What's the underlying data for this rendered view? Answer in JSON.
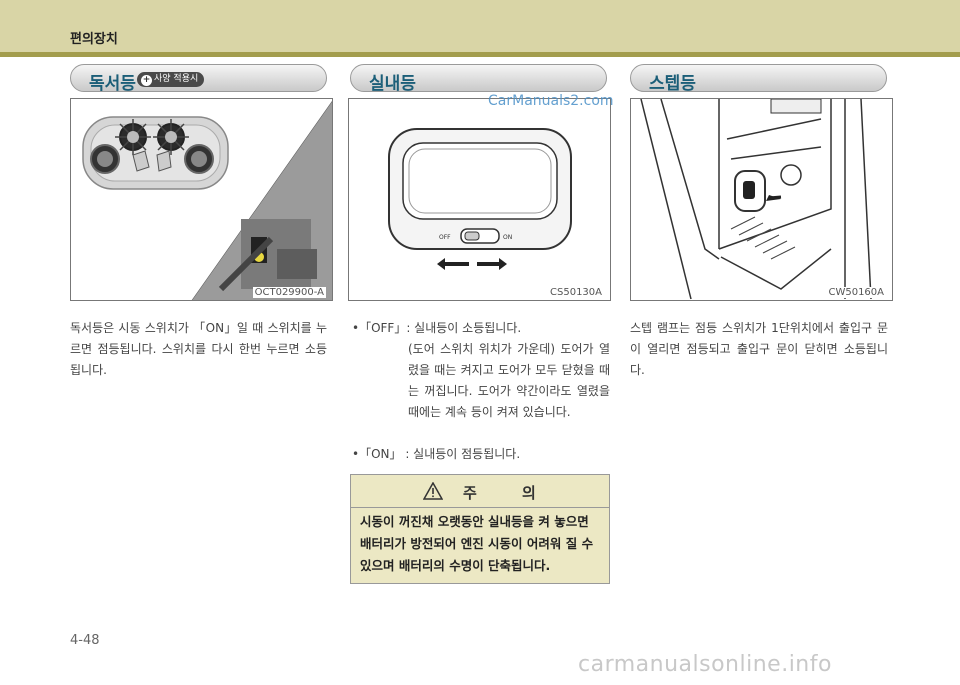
{
  "header": {
    "section": "편의장치"
  },
  "columns": [
    {
      "title": "독서등",
      "badge": "사양 적용시",
      "figure_code": "OCT029900-A",
      "text": "독서등은 시동 스위치가 「ON」일 때 스위치를 누르면 점등됩니다. 스위치를 다시 한번 누르면 소등됩니다."
    },
    {
      "title": "실내등",
      "figure_code": "CS50130A",
      "figure_labels": {
        "off": "OFF",
        "on": "ON"
      },
      "bullets": [
        {
          "label": "•「OFF」: 실내등이 소등됩니다.",
          "detail": "(도어 스위치 위치가 가운데) 도어가 열렸을 때는 켜지고 도어가 모두 닫혔을 때는 꺼집니다. 도어가 약간이라도 열렸을 때에는 계속 등이 켜져 있습니다."
        },
        {
          "label": "•「ON」 : 실내등이 점등됩니다."
        }
      ],
      "caution": {
        "title": "주 의",
        "text": "시동이 꺼진채 오랫동안 실내등을 켜 놓으면 배터리가 방전되어 엔진 시동이 어려워 질 수 있으며 배터리의 수명이 단축됩니다."
      }
    },
    {
      "title": "스텝등",
      "figure_code": "CW50160A",
      "text": "스텝 램프는 점등 스위치가 1단위치에서 출입구 문이 열리면 점등되고 출입구 문이 닫히면 소등됩니다."
    }
  ],
  "watermark": "CarManuals2.com",
  "footer_watermark": "carmanualsonline.info",
  "page_number": "4-48"
}
